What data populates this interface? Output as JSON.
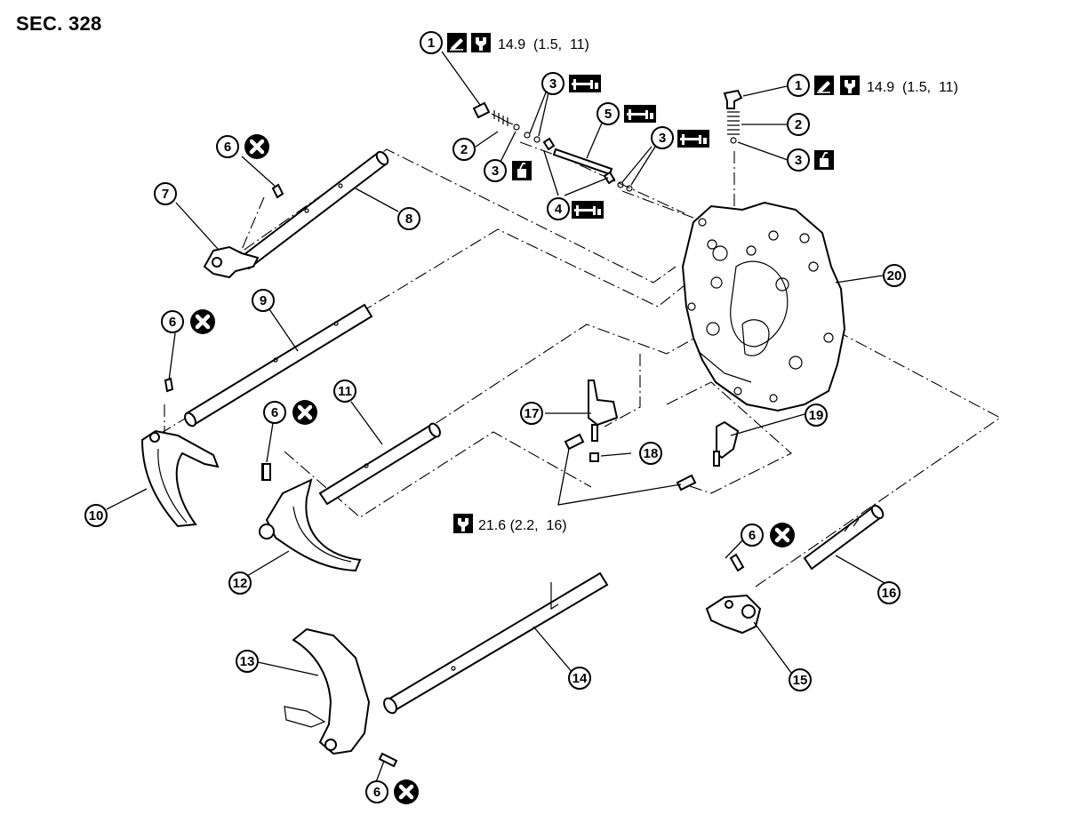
{
  "title": "SEC. 328",
  "callouts": {
    "c1a": "1",
    "c1b": "1",
    "c2a": "2",
    "c2b": "2",
    "c3a": "3",
    "c3b": "3",
    "c3c": "3",
    "c3d": "3",
    "c4": "4",
    "c5": "5",
    "c6a": "6",
    "c6b": "6",
    "c6c": "6",
    "c6d": "6",
    "c6e": "6",
    "c7": "7",
    "c8": "8",
    "c9": "9",
    "c10": "10",
    "c11": "11",
    "c12": "12",
    "c13": "13",
    "c14": "14",
    "c15": "15",
    "c16": "16",
    "c17": "17",
    "c18": "18",
    "c19": "19",
    "c20": "20"
  },
  "specs": {
    "torque_top_left": "14.9  (1.5,  11)",
    "torque_top_right": "14.9  (1.5,  11)",
    "torque_bracket": "21.6 (2.2,  16)"
  },
  "icons": {
    "sealant": "sealant-icon",
    "torque": "torque-wrench-icon",
    "grease": "grease-icon",
    "oil": "oil-can-icon",
    "discard": "do-not-reuse-icon"
  }
}
